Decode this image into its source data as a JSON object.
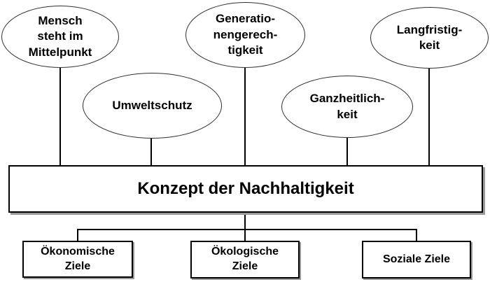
{
  "diagram": {
    "background_color": "#ffffff",
    "line_color": "#000000",
    "shadow_color": "#9a9a9a",
    "central_concept": {
      "label": "Konzept der Nachhaltigkeit"
    },
    "principles": [
      {
        "id": "mensch-steht-im-mittelpunkt",
        "label": "Mensch\nsteht im\nMittelpunkt"
      },
      {
        "id": "generationengerechtigkeit",
        "label": "Generatio-\nnengerech-\ntigkeit"
      },
      {
        "id": "langfristigkeit",
        "label": "Langfristig-\nkeit"
      },
      {
        "id": "umweltschutz",
        "label": "Umweltschutz"
      },
      {
        "id": "ganzheitlichkeit",
        "label": "Ganzheitlich-\nkeit"
      }
    ],
    "goals": [
      {
        "id": "oekonomische-ziele",
        "label": "Ökonomische\nZiele"
      },
      {
        "id": "oekologische-ziele",
        "label": "Ökologische\nZiele"
      },
      {
        "id": "soziale-ziele",
        "label": "Soziale Ziele"
      }
    ]
  }
}
